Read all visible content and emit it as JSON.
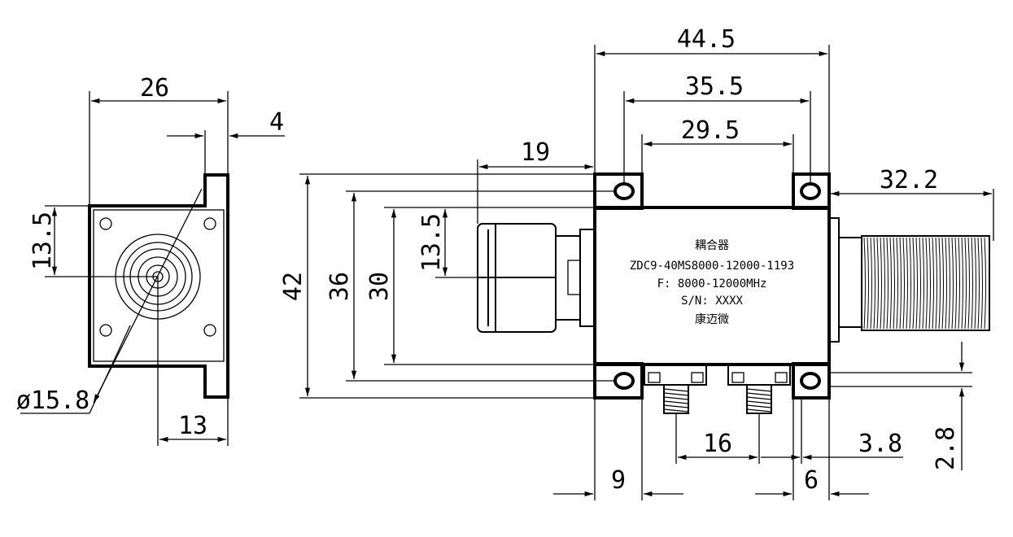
{
  "dimensions": {
    "left_width": "26",
    "left_flange": "4",
    "left_height": "13.5",
    "left_diameter": "ø15.8",
    "left_bottom": "13",
    "top_total": "44.5",
    "top_mid": "35.5",
    "top_inner": "29.5",
    "connector_len": "19",
    "right_connector": "32.2",
    "h42": "42",
    "h36": "36",
    "h30": "30",
    "h13_5": "13.5",
    "port_spacing": "16",
    "bottom_left": "9",
    "bottom_right": "6",
    "offset_38": "3.8",
    "offset_28": "2.8"
  },
  "label": {
    "line1": "耦合器",
    "line2": "ZDC9-40MS8000-12000-1193",
    "line3": "F: 8000-12000MHz",
    "line4": "S/N: XXXX",
    "line5": "康迈微"
  }
}
